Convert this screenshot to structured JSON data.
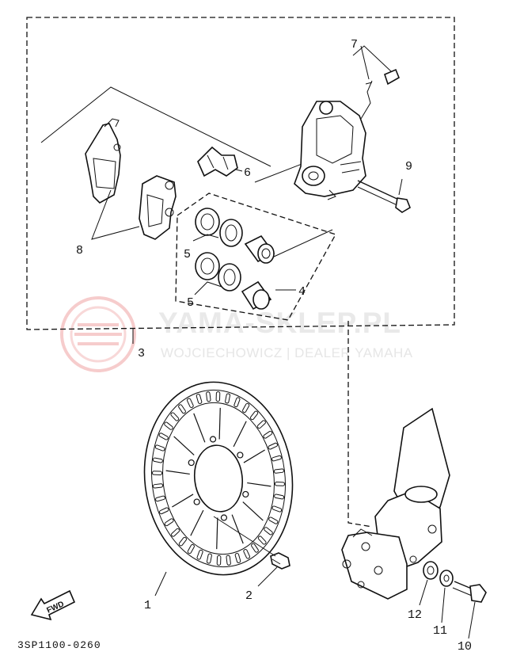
{
  "diagram": {
    "callouts": [
      "1",
      "2",
      "3",
      "4",
      "5",
      "5",
      "6",
      "7",
      "8",
      "9",
      "10",
      "11",
      "12"
    ],
    "code": "3SP1100-0260",
    "fwd_label": "FWD"
  },
  "watermark": {
    "title": "YAMA-SKLEP.PL",
    "subtitle": "WOJCIECHOWICZ | DEALER YAMAHA"
  }
}
